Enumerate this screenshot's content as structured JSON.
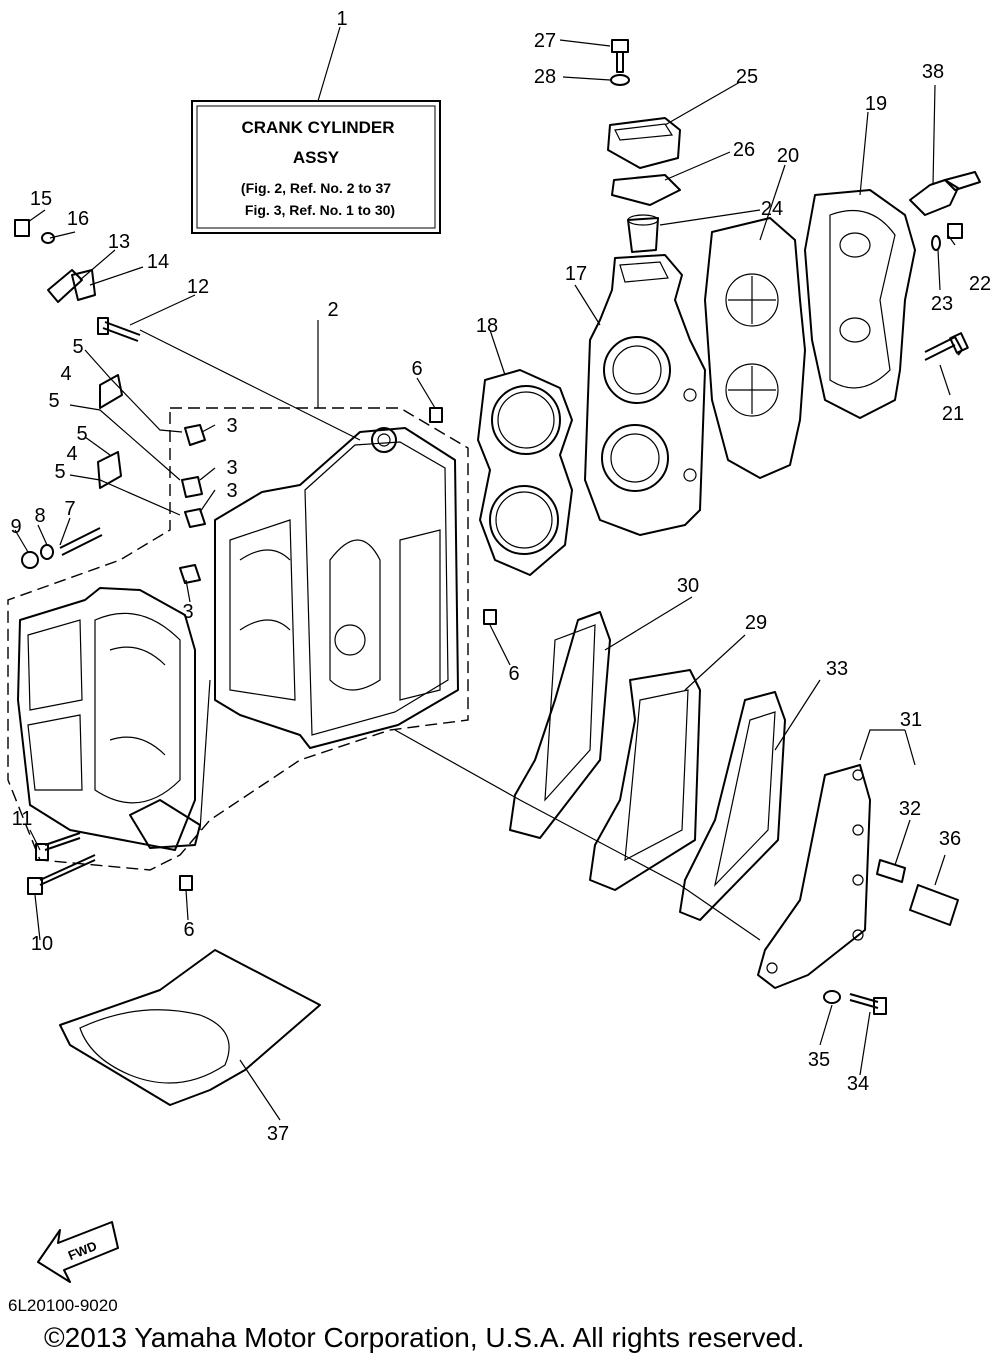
{
  "assembly_box": {
    "line1": "CRANK CYLINDER",
    "line2": "ASSY",
    "line3": "(Fig. 2, Ref. No. 2 to 37",
    "line4": "Fig. 3, Ref. No. 1 to 30)"
  },
  "fwd_label": "FWD",
  "doc_code": "6L20100-9020",
  "copyright": "©2013 Yamaha Motor Corporation, U.S.A. All rights reserved.",
  "callouts": [
    "1",
    "2",
    "3",
    "3",
    "3",
    "3",
    "4",
    "4",
    "5",
    "5",
    "5",
    "5",
    "6",
    "6",
    "6",
    "7",
    "8",
    "9",
    "10",
    "11",
    "12",
    "13",
    "14",
    "15",
    "16",
    "17",
    "18",
    "19",
    "20",
    "21",
    "22",
    "23",
    "24",
    "25",
    "26",
    "27",
    "28",
    "29",
    "30",
    "31",
    "32",
    "33",
    "34",
    "35",
    "36",
    "37",
    "38"
  ]
}
